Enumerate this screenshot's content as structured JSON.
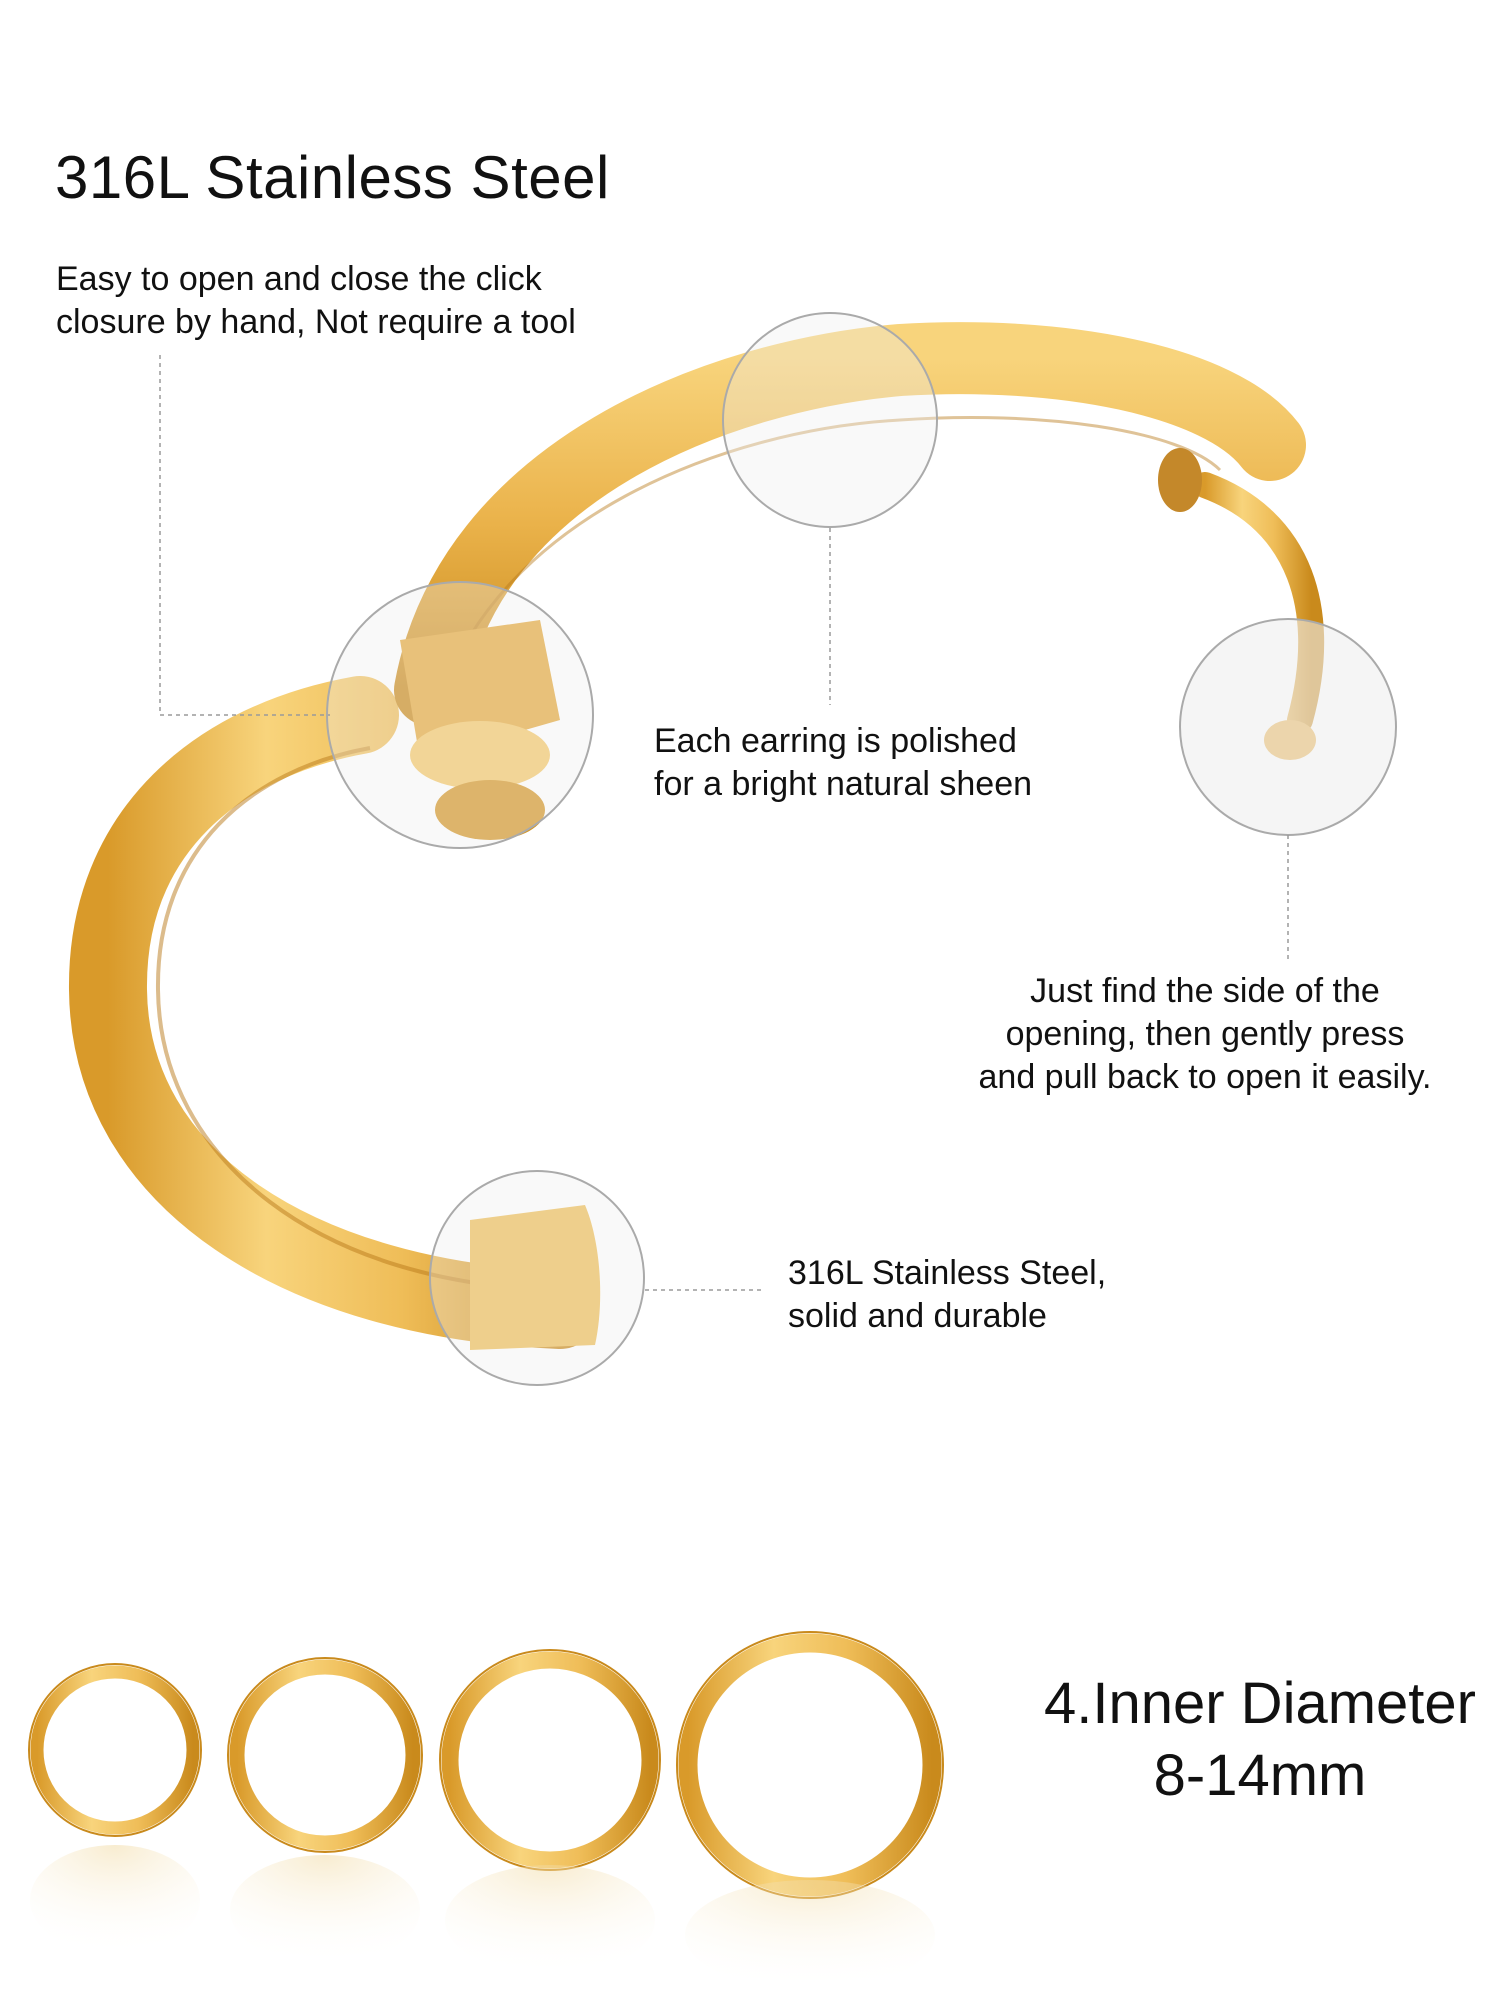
{
  "title": "316L Stainless Steel",
  "callouts": {
    "click_closure": [
      "Easy to open and close the click",
      "closure by hand, Not require a tool"
    ],
    "polished": [
      "Each earring is polished",
      "for a bright natural sheen"
    ],
    "opening": [
      "Just find the side of the",
      "opening, then gently press",
      "and pull back to open it easily."
    ],
    "material": [
      "316L Stainless Steel,",
      "solid and durable"
    ]
  },
  "size_label": {
    "line1": "4.Inner Diameter",
    "line2": "8-14mm"
  },
  "colors": {
    "gold_light": "#f7d27a",
    "gold_mid": "#eab24a",
    "gold_dark": "#c98a1c",
    "magnifier_fill": "#eeeeee",
    "leader_line": "#9a9a9a"
  }
}
